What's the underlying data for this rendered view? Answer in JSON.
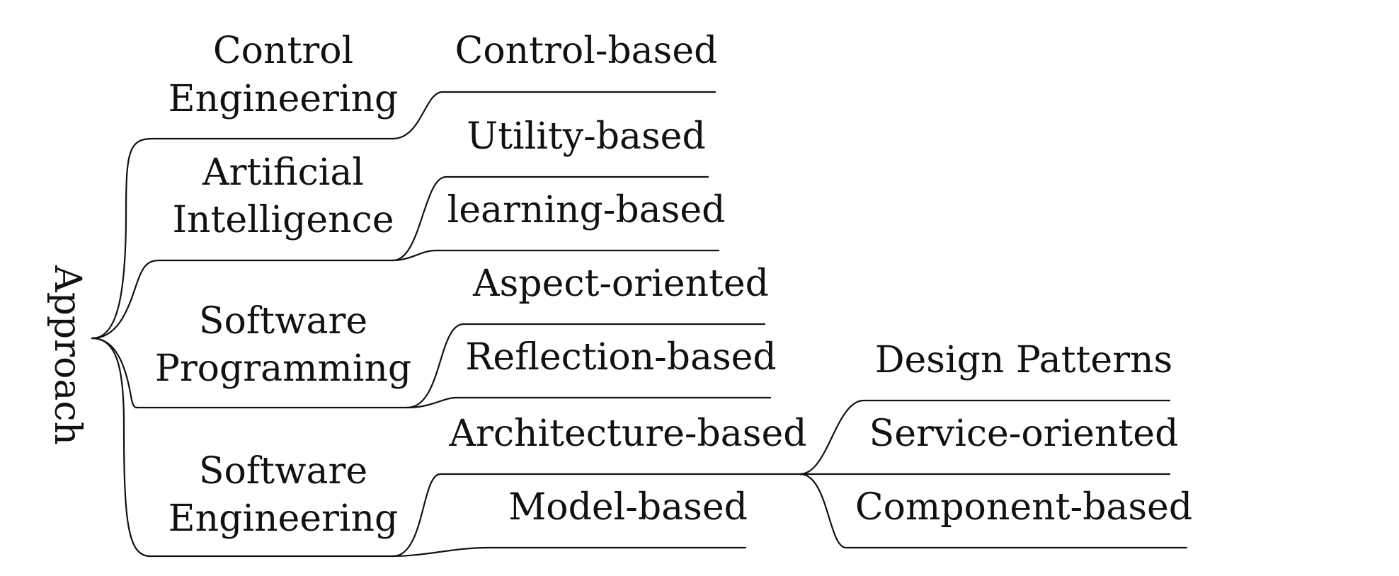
{
  "root": {
    "label": "Approach"
  },
  "categories": [
    {
      "lines": [
        "Control",
        "Engineering"
      ]
    },
    {
      "lines": [
        "Artificial",
        "Intelligence"
      ]
    },
    {
      "lines": [
        "Software",
        "Programming"
      ]
    },
    {
      "lines": [
        "Software",
        "Engineering"
      ]
    }
  ],
  "approaches": [
    "Control-based",
    "Utility-based",
    "learning-based",
    "Aspect-oriented",
    "Reflection-based",
    "Architecture-based",
    "Model-based"
  ],
  "architecture_subtypes": [
    "Design Patterns",
    "Service-oriented",
    "Component-based"
  ],
  "colors": {
    "ink": "#111111",
    "background": "#ffffff"
  }
}
